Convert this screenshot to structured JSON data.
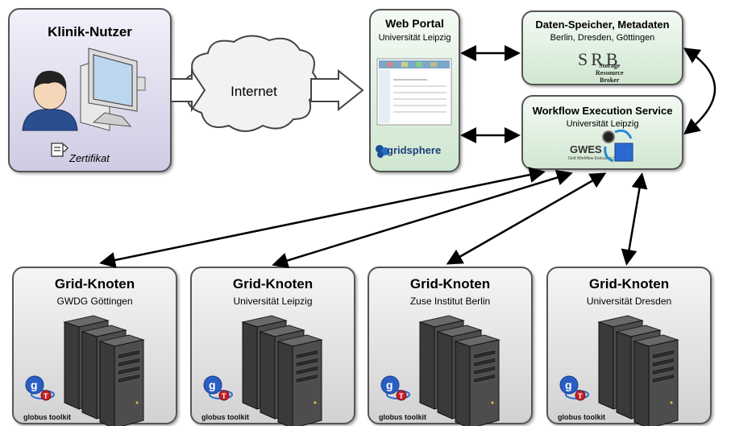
{
  "klinik": {
    "title": "Klinik-Nutzer",
    "zertifikat": "Zertifikat"
  },
  "internet": {
    "label": "Internet"
  },
  "portal": {
    "title": "Web Portal",
    "subtitle": "Universität Leipzig",
    "logo_text": "gridsphere"
  },
  "daten": {
    "title": "Daten-Speicher, Metadaten",
    "subtitle": "Berlin, Dresden, Göttingen",
    "srb_letters": "SRB",
    "srb_lines": [
      "Storage",
      "Ressource",
      "Broker"
    ]
  },
  "gwes": {
    "title": "Workflow Execution Service",
    "subtitle": "Universität Leipzig",
    "logo_text": "GWES",
    "logo_tagline": "Grid Workflow Execution Service"
  },
  "nodes": [
    {
      "title": "Grid-Knoten",
      "subtitle": "GWDG Göttingen",
      "logo": "globus toolkit"
    },
    {
      "title": "Grid-Knoten",
      "subtitle": "Universität Leipzig",
      "logo": "globus toolkit"
    },
    {
      "title": "Grid-Knoten",
      "subtitle": "Zuse Institut Berlin",
      "logo": "globus toolkit"
    },
    {
      "title": "Grid-Knoten",
      "subtitle": "Universität Dresden",
      "logo": "globus toolkit"
    }
  ],
  "colors": {
    "user_box": "#d6d2e8",
    "service_box": "#d4e9d4",
    "node_box": "#dadada",
    "arrow": "#000000"
  }
}
